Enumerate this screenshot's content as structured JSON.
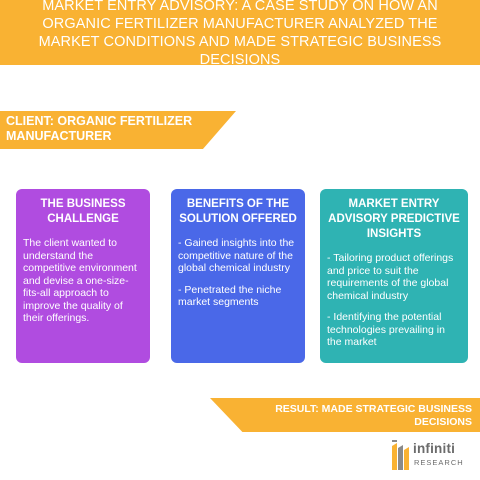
{
  "header": {
    "title": "MARKET ENTRY ADVISORY: A CASE STUDY ON HOW AN ORGANIC FERTILIZER MANUFACTURER ANALYZED THE MARKET CONDITIONS AND MADE STRATEGIC BUSINESS DECISIONS"
  },
  "client": {
    "label": "CLIENT: ORGANIC FERTILIZER MANUFACTURER"
  },
  "cards": [
    {
      "title": "THE BUSINESS CHALLENGE",
      "paragraphs": [
        "The client wanted to understand the competitive environment and devise a one-size-fits-all approach to improve the quality of their offerings."
      ],
      "color": "#b04ce0"
    },
    {
      "title": "BENEFITS OF THE SOLUTION OFFERED",
      "paragraphs": [
        "- Gained insights into the competitive nature of the global chemical industry",
        "- Penetrated the niche market segments"
      ],
      "color": "#4a68e8"
    },
    {
      "title": "MARKET ENTRY ADVISORY PREDICTIVE INSIGHTS",
      "paragraphs": [
        "- Tailoring product offerings and price to suit the requirements of the global chemical industry",
        "- Identifying the potential technologies prevailing in the market"
      ],
      "color": "#2fb3b3"
    }
  ],
  "result": {
    "label": "RESULT: MADE STRATEGIC BUSINESS DECISIONS"
  },
  "logo": {
    "name": "infiniti",
    "sub": "RESEARCH"
  },
  "colors": {
    "accent": "#f9b233",
    "text": "#ffffff",
    "logo_gray": "#6b6b6b"
  }
}
